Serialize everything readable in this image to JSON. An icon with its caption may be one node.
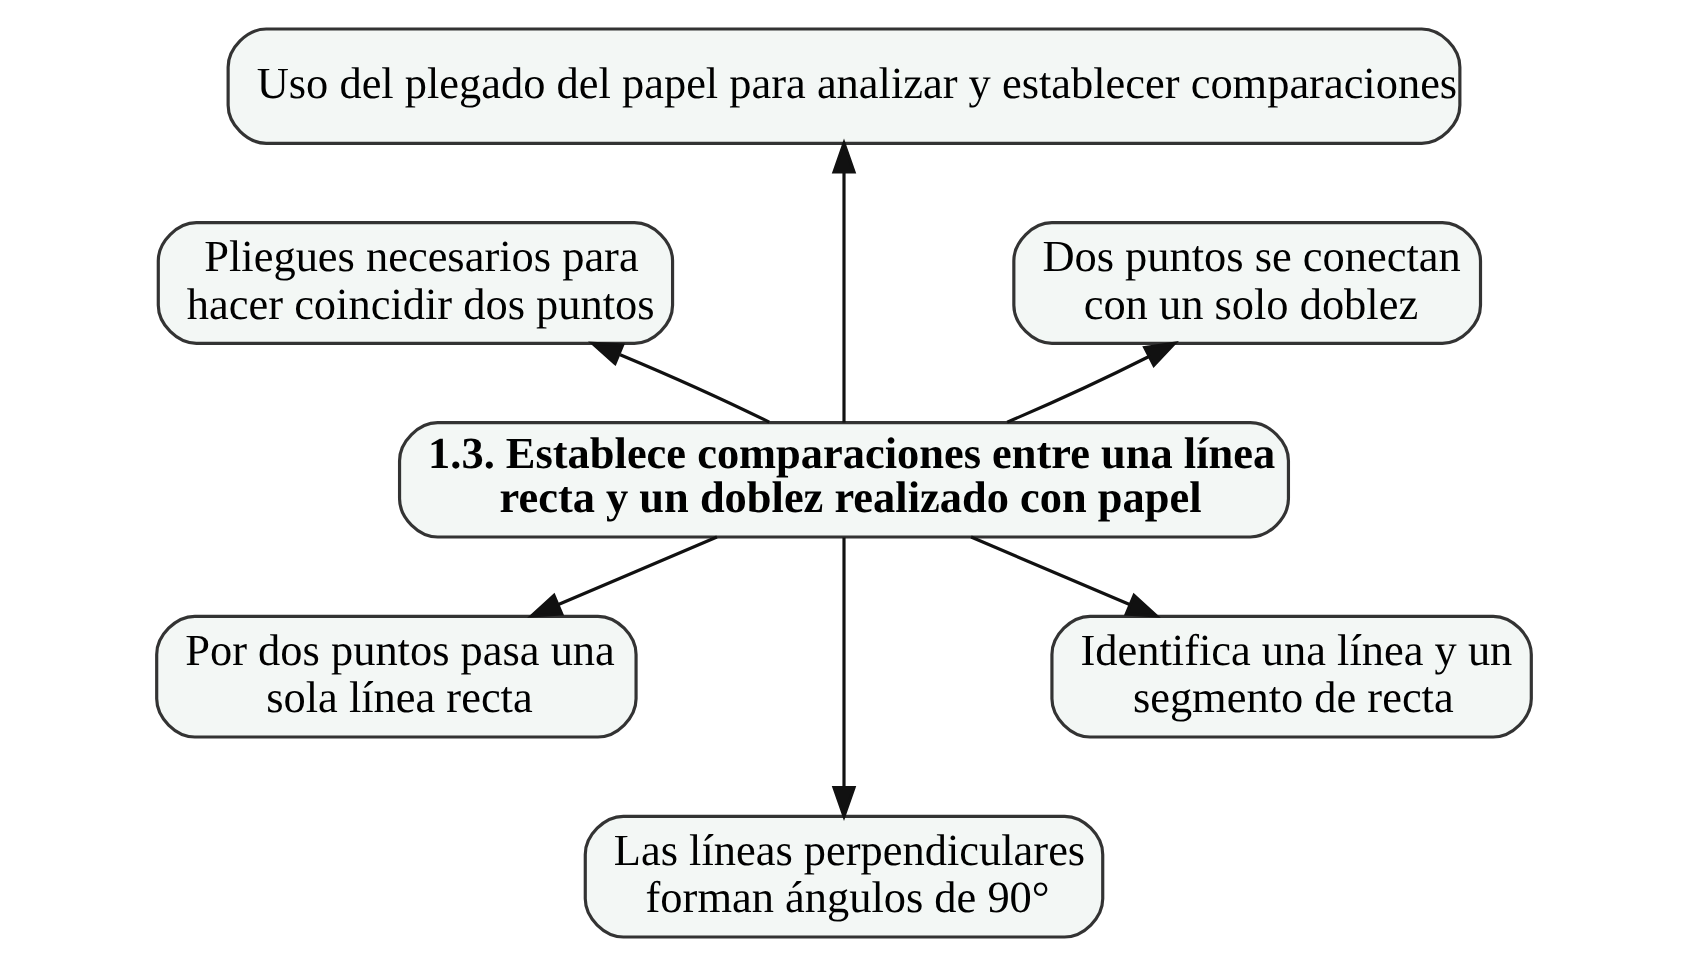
{
  "diagram": {
    "nodes": [
      {
        "text": [
          "1.3. Establece comparaciones entre una línea recta y un doblez realizado con papel"
        ]
      },
      {
        "text": [
          "Uso del plegado del papel para analizar y establecer comparaciones"
        ]
      },
      {
        "text": [
          "Pliegues necesarios para hacer coincidir dos puntos"
        ]
      },
      {
        "text": [
          "Dos puntos se conectan con un solo doblez"
        ]
      },
      {
        "text": [
          "Por dos puntos pasa una sola línea recta"
        ]
      },
      {
        "text": [
          "Las líneas perpendiculares forman ángulos de 90°"
        ]
      },
      {
        "text": [
          "Identifica una línea y un segmento de recta"
        ]
      }
    ],
    "edges": [
      {
        "from": 0,
        "to": 1,
        "arrow": "to"
      },
      {
        "from": 0,
        "to": 2,
        "arrow": "to"
      },
      {
        "from": 0,
        "to": 3,
        "arrow": "to"
      },
      {
        "from": 0,
        "to": 4,
        "arrow": "to"
      },
      {
        "from": 0,
        "to": 5,
        "arrow": "to"
      },
      {
        "from": 0,
        "to": 6,
        "arrow": "to"
      }
    ]
  }
}
